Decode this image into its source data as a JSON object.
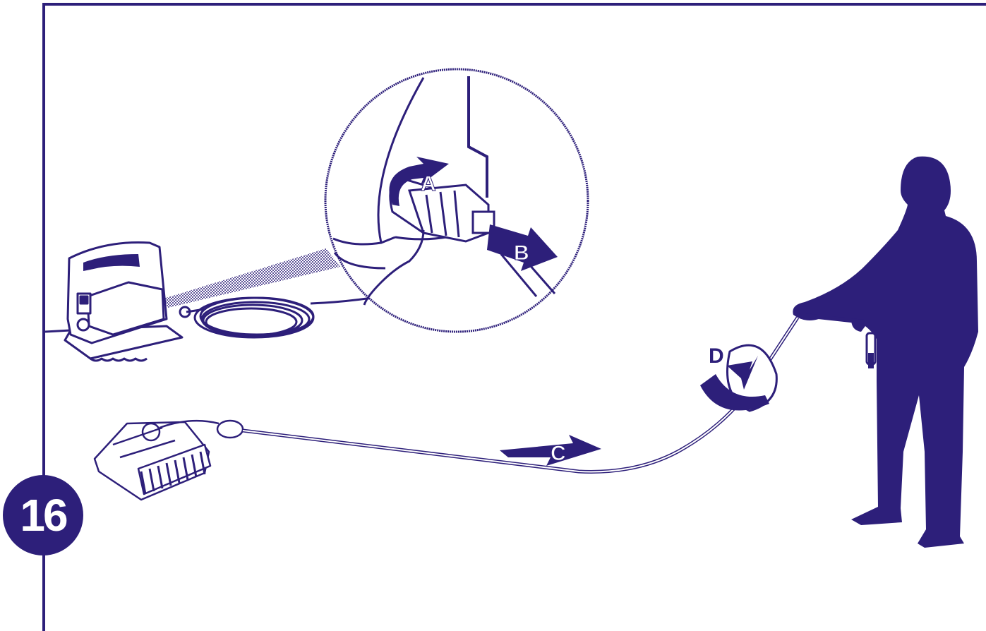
{
  "step": {
    "number": "16"
  },
  "callouts": {
    "a": "A",
    "b": "B",
    "c": "C",
    "d": "D"
  },
  "colors": {
    "ink": "#2d1f7a",
    "paper": "#ffffff"
  },
  "icons": {
    "power_supply": "power-supply-unit-icon",
    "robot": "pool-cleaner-robot-icon",
    "person": "person-silhouette-icon",
    "zoom": "magnifier-detail-icon"
  }
}
